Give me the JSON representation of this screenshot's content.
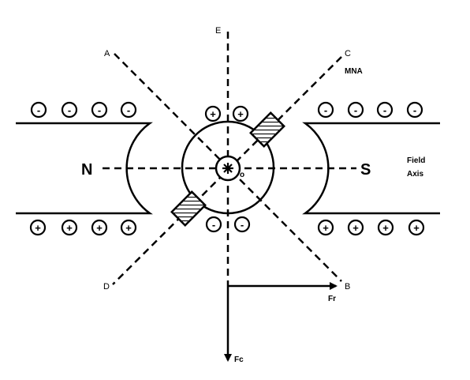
{
  "axes": {
    "A": "A",
    "B": "B",
    "C": "C",
    "D": "D",
    "E": "E"
  },
  "mna_label": "MNA",
  "poles": {
    "north": "N",
    "south": "S"
  },
  "field_axis": {
    "line1": "Field",
    "line2": "Axis"
  },
  "center_label": "o",
  "forces": {
    "fr": "Fr",
    "fc": "Fc"
  },
  "symbols": {
    "minus": "-",
    "plus": "+"
  },
  "colors": {
    "ink": "#000000",
    "background": "#ffffff"
  }
}
